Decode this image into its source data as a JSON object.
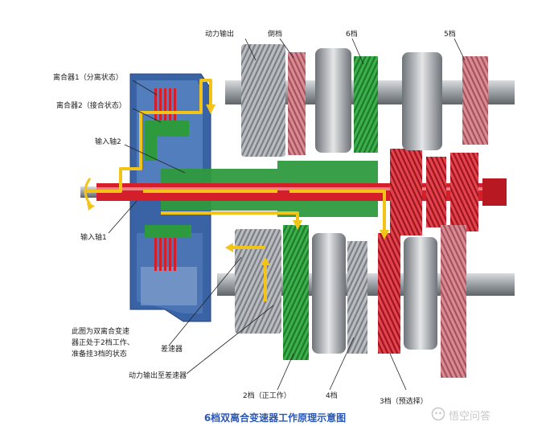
{
  "labels": {
    "output": "动力输出",
    "reverse": "倒档",
    "gear6": "6档",
    "gear5": "5档",
    "clutch1": "离合器1（分离状态）",
    "clutch2": "离合器2（接合状态）",
    "input_shaft2": "输入轴2",
    "input_shaft1": "输入轴1",
    "differential": "差速器",
    "output_to_diff": "动力输出至差速器",
    "gear2": "2档（正工作）",
    "gear4": "4档",
    "gear3": "3档（预选择）"
  },
  "note_lines": [
    "此图为双离合变速",
    "器正处于2档工作、",
    "准备挂3档的状态"
  ],
  "caption": "6档双离合变速器工作原理示意图",
  "watermark": "悟空问答",
  "colors": {
    "green": "#2e9a3e",
    "red": "#d41e2a",
    "yellow_arrow": "#f2c418",
    "blue_housing": "#3a63a6",
    "caption_blue": "#2a57b5"
  }
}
